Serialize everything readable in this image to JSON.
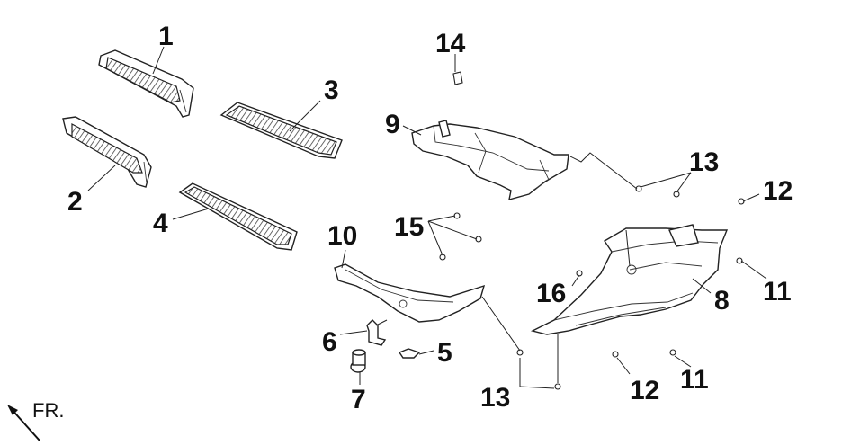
{
  "callouts": [
    {
      "id": "1",
      "label": "1"
    },
    {
      "id": "2",
      "label": "2"
    },
    {
      "id": "3",
      "label": "3"
    },
    {
      "id": "4",
      "label": "4"
    },
    {
      "id": "5",
      "label": "5"
    },
    {
      "id": "6",
      "label": "6"
    },
    {
      "id": "7",
      "label": "7"
    },
    {
      "id": "8",
      "label": "8"
    },
    {
      "id": "9",
      "label": "9"
    },
    {
      "id": "10",
      "label": "10"
    },
    {
      "id": "11a",
      "label": "11"
    },
    {
      "id": "11b",
      "label": "11"
    },
    {
      "id": "12a",
      "label": "12"
    },
    {
      "id": "12b",
      "label": "12"
    },
    {
      "id": "13a",
      "label": "13"
    },
    {
      "id": "13b",
      "label": "13"
    },
    {
      "id": "14",
      "label": "14"
    },
    {
      "id": "15",
      "label": "15"
    },
    {
      "id": "16",
      "label": "16"
    }
  ],
  "direction": {
    "label": "FR."
  }
}
